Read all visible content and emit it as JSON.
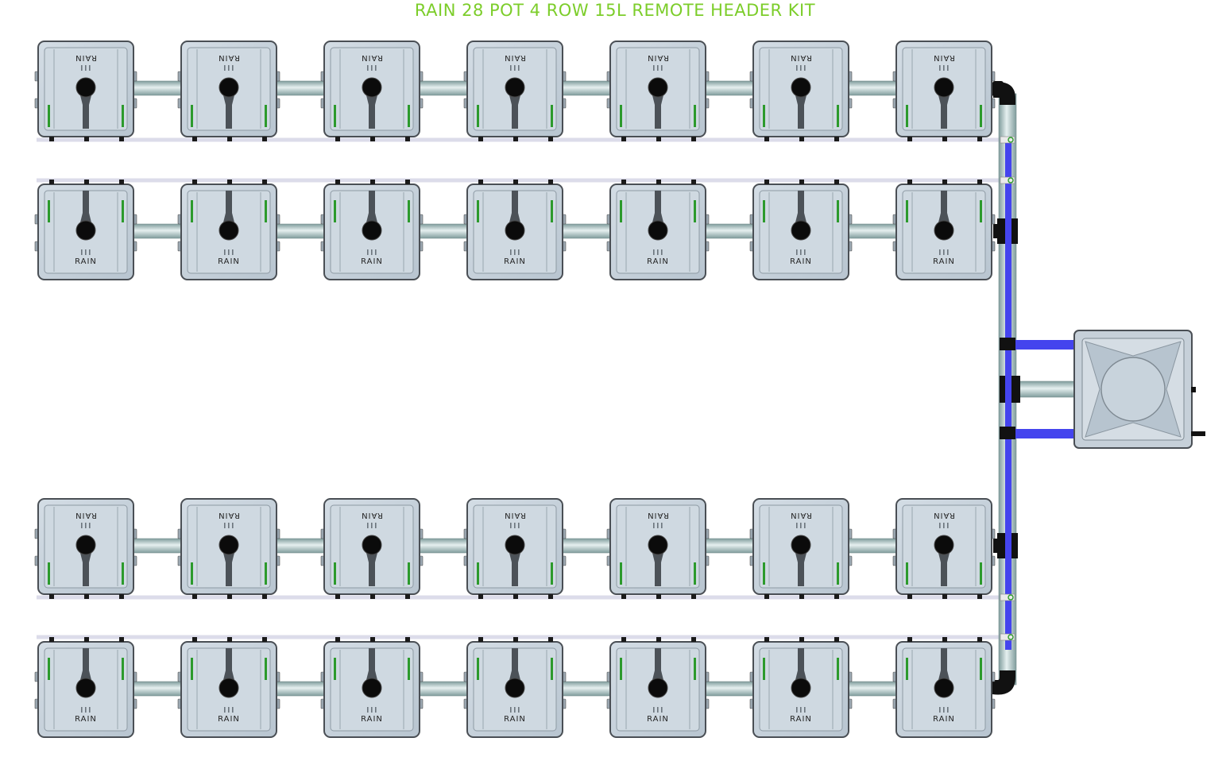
{
  "title": "RAIN 28 POT 4 ROW 15L REMOTE HEADER KIT",
  "pot_label": "RAIN",
  "pots_per_row": 7,
  "rows": [
    {
      "id": "row-1",
      "logo": "top"
    },
    {
      "id": "row-2",
      "logo": "bottom"
    },
    {
      "id": "row-3",
      "logo": "top"
    },
    {
      "id": "row-4",
      "logo": "bottom"
    }
  ],
  "colors": {
    "title": "#7ccd2a",
    "pot_body": "#c5d1db",
    "pot_border": "#4a4f55",
    "link_pipe": "#b3c8c8",
    "irrigation_line": "#4444ee",
    "drip_line": "#dcdcea",
    "fitting": "#111111",
    "fitting_green": "#2c9a2c"
  },
  "icons": [
    "pot-icon",
    "header-tank-icon",
    "pipe-icon",
    "elbow-icon"
  ]
}
